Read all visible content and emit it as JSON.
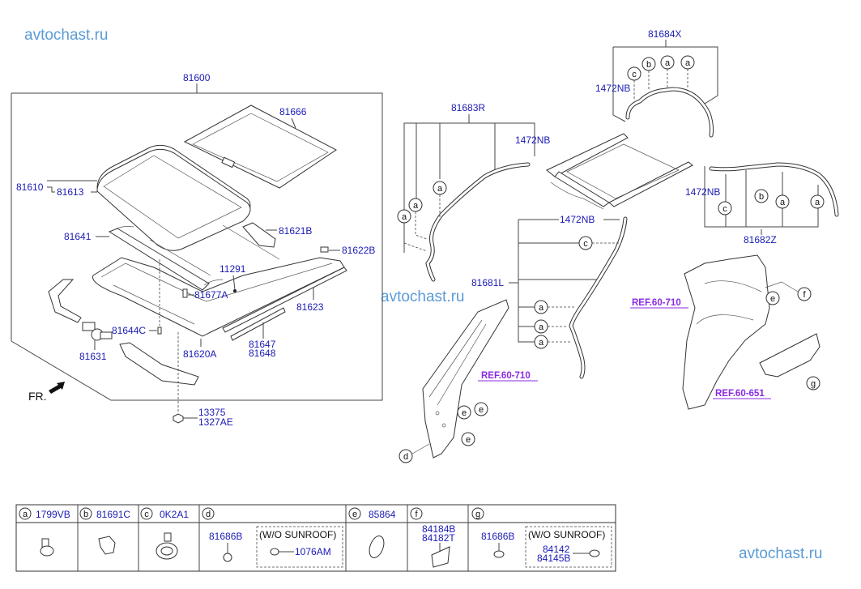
{
  "watermarks": [
    "avtochast.ru",
    "avtochast.ru",
    "avtochast.ru"
  ],
  "assembly": {
    "main_label": "81600",
    "labels": {
      "sunshade": "81666",
      "glass_assy": "81610",
      "glass": "81613",
      "deflector": "81641",
      "bracket_b": "81621B",
      "cap_b": "81622B",
      "clip": "11291",
      "screw_a": "81677A",
      "rail": "81623",
      "bolt_c": "81644C",
      "cable_1": "81647",
      "cable_2": "81648",
      "motor": "81631",
      "frame_a": "81620A",
      "nut_1": "13375",
      "nut_2": "1327AE"
    },
    "front_indicator": "FR."
  },
  "hoses": {
    "front_right": "81683R",
    "rear_x": "81684X",
    "rear_z": "81682Z",
    "front_left": "81681L",
    "hose_clamp": "1472NB"
  },
  "references": {
    "ref_a_pillar": "REF.60-710",
    "ref_quarter": "REF.60-710",
    "ref_floor": "REF.60-651"
  },
  "callouts": {
    "a": "a",
    "b": "b",
    "c": "c",
    "d": "d",
    "e": "e",
    "f": "f",
    "g": "g"
  },
  "legend": {
    "cells": [
      {
        "key": "a",
        "part": "1799VB"
      },
      {
        "key": "b",
        "part": "81691C"
      },
      {
        "key": "c",
        "part": "0K2A1"
      },
      {
        "key": "d",
        "part": "",
        "items": [
          "81686B"
        ],
        "note": "(W/O SUNROOF)",
        "note_part": "1076AM"
      },
      {
        "key": "e",
        "part": "85864"
      },
      {
        "key": "f",
        "part": "",
        "items": [
          "84184B",
          "84182T"
        ]
      },
      {
        "key": "g",
        "part": "",
        "items": [
          "81686B"
        ],
        "note": "(W/O SUNROOF)",
        "note_parts": [
          "84142",
          "84145B"
        ]
      }
    ]
  }
}
